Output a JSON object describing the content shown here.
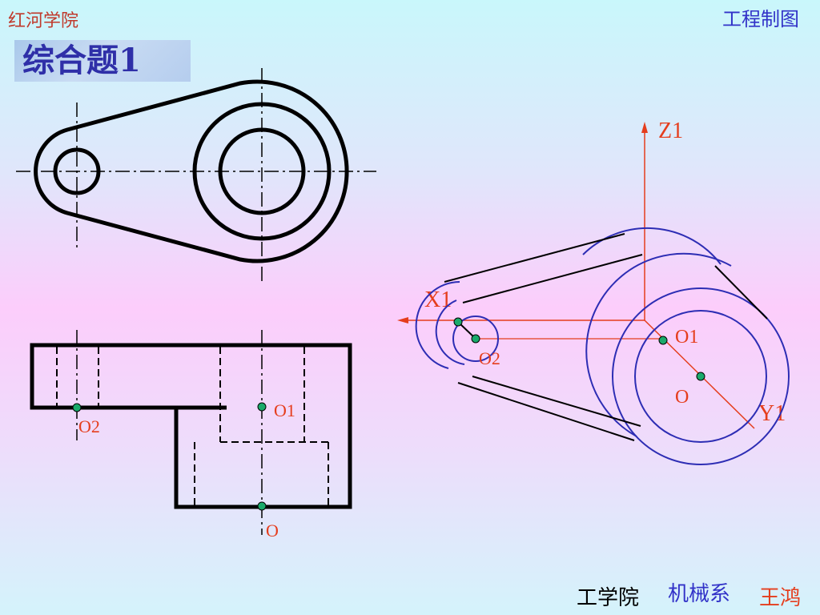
{
  "header": {
    "school": "红河学院",
    "course": "工程制图",
    "slide_title": "综合题1"
  },
  "labels": {
    "o2_front": "O2",
    "o1_front": "O1",
    "o_front": "O",
    "x1": "X1",
    "z1": "Z1",
    "y1": "Y1",
    "o1_iso": "O1",
    "o2_iso": "O2",
    "o_iso": "O"
  },
  "footer": {
    "dept1": "工学院",
    "dept2": "机械系",
    "author": "王鸿"
  },
  "colors": {
    "outline": "#000000",
    "axis": "#e53d1c",
    "iso_curve": "#2d2db4",
    "point_marker": "#1aaa6b"
  }
}
